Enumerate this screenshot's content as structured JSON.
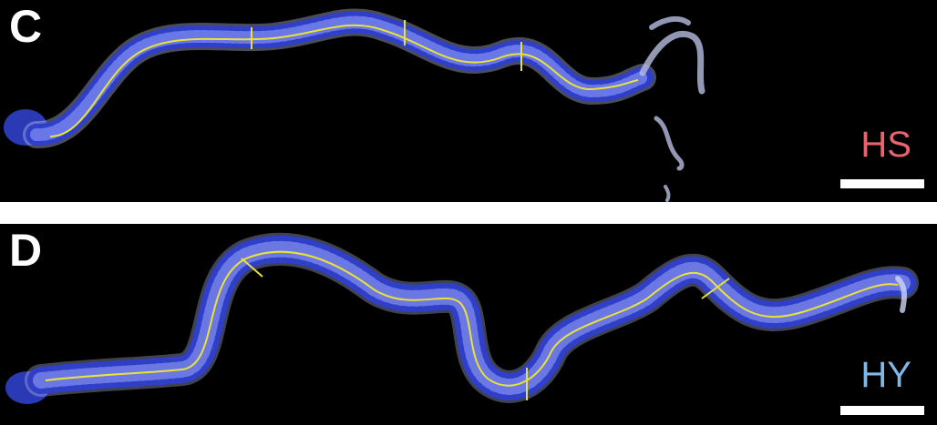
{
  "figure": {
    "panels": [
      {
        "letter": "C",
        "group_label": "HS",
        "group_label_color": "#e8636b",
        "has_scale_bar": true
      },
      {
        "letter": "D",
        "group_label": "HY",
        "group_label_color": "#7fb7e6",
        "has_scale_bar": true
      }
    ],
    "colors": {
      "tissue_blue": "#2f3fc8",
      "tissue_highlight": "#c9d0ff",
      "midline_yellow": "#e8e23a",
      "background": "#000000"
    }
  }
}
